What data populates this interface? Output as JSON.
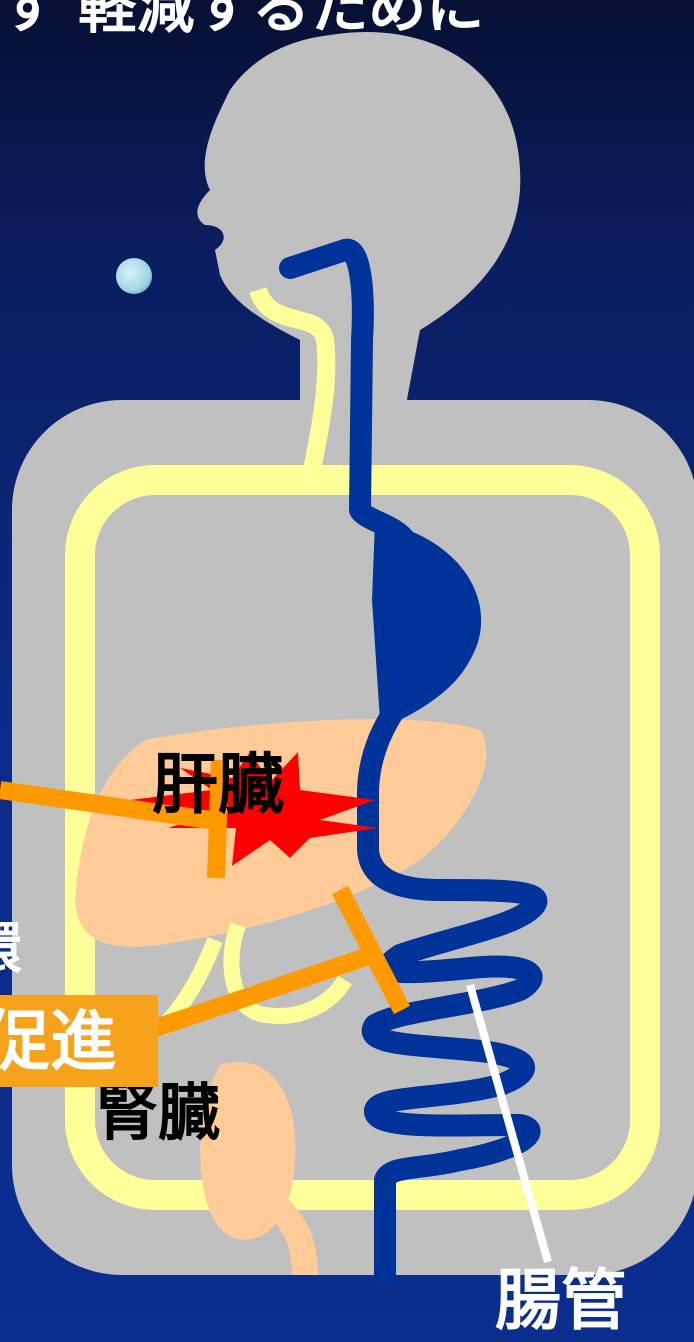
{
  "title": "す 軽減するために",
  "labels": {
    "liver": "肝臓",
    "kidney": "腎臓",
    "intestine": "腸管",
    "promote": "促進",
    "left_edge_char": "環"
  },
  "colors": {
    "background_top": "#061033",
    "background_bottom": "#0b2e8f",
    "body_gray": "#c0c0c0",
    "circulation_yellow": "#ffff99",
    "gut_blue": "#003399",
    "organ_peach": "#ffcc99",
    "inhibit_orange": "#ff9900",
    "burst_red": "#ff0000",
    "pill_cyan": "#9fd6e6"
  }
}
